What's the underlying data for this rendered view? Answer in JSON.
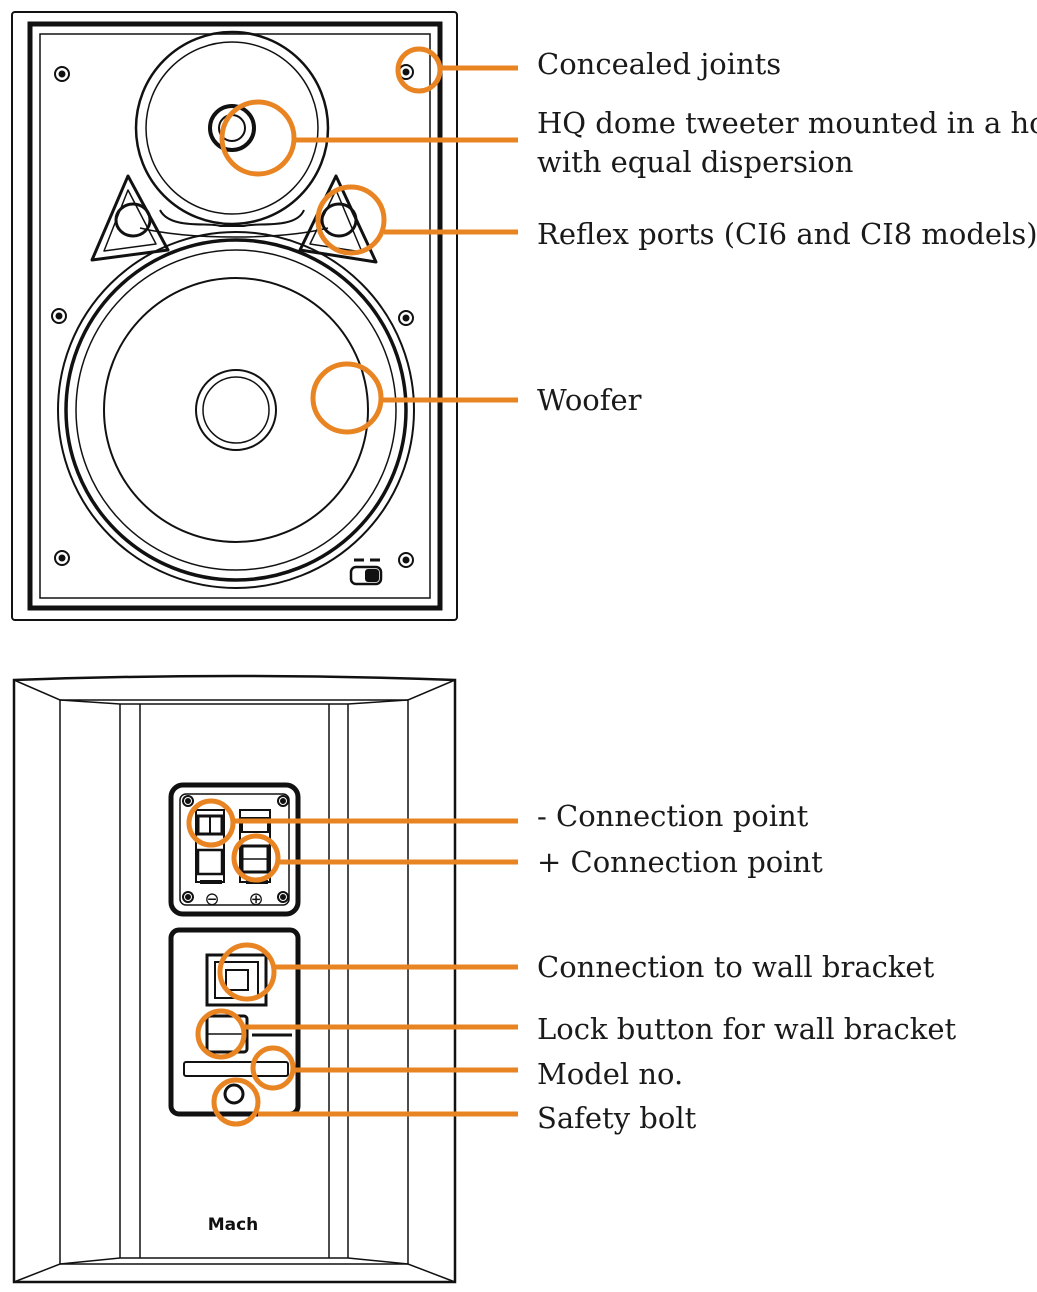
{
  "front_view": {
    "callouts": [
      {
        "id": "concealed-joints",
        "lines": [
          "Concealed joints"
        ]
      },
      {
        "id": "dome-tweeter",
        "lines": [
          "HQ dome tweeter mounted in a horn",
          "with equal dispersion"
        ]
      },
      {
        "id": "reflex-ports",
        "lines": [
          "Reflex ports (CI6 and CI8 models)"
        ]
      },
      {
        "id": "woofer",
        "lines": [
          "Woofer"
        ]
      }
    ]
  },
  "rear_view": {
    "callouts": [
      {
        "id": "negative-connection",
        "lines": [
          "- Connection point"
        ]
      },
      {
        "id": "positive-connection",
        "lines": [
          "+ Connection point"
        ]
      },
      {
        "id": "wall-bracket-connection",
        "lines": [
          "Connection to wall bracket"
        ]
      },
      {
        "id": "lock-button",
        "lines": [
          "Lock button for wall bracket"
        ]
      },
      {
        "id": "model-number",
        "lines": [
          "Model no."
        ]
      },
      {
        "id": "safety-bolt",
        "lines": [
          "Safety bolt"
        ]
      }
    ],
    "terminal_symbols": {
      "negative": "⊖",
      "positive": "⊕"
    },
    "brand_logo_text": "Mach"
  },
  "colors": {
    "callout_orange": "#E98423",
    "line_art": "#111111",
    "background": "#FFFFFF"
  }
}
